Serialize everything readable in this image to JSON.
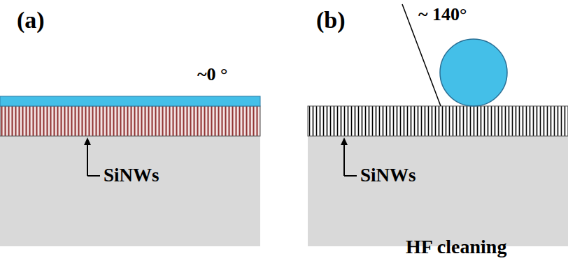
{
  "diagram": {
    "labels": [
      "(a)",
      "~0 °",
      "SiNWs",
      "(b)",
      "~ 140°",
      "SiNWs",
      "HF cleaning"
    ]
  }
}
